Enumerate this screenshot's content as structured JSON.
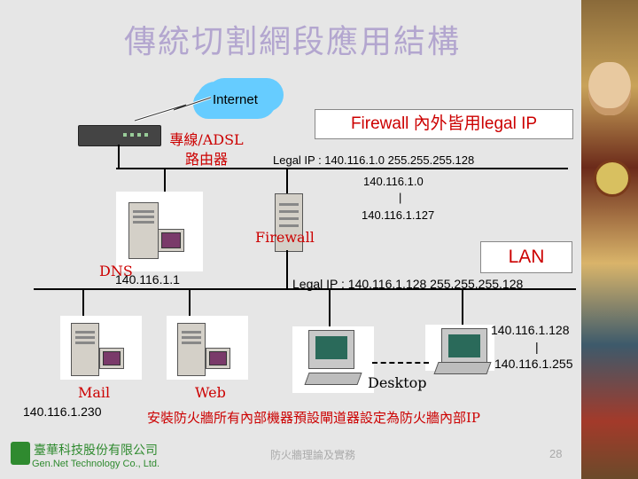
{
  "slide": {
    "title": "傳統切割網段應用結構",
    "page_number": "28"
  },
  "labels": {
    "internet": "Internet",
    "router": "專線/ADSL\n路由器",
    "router_line1": "專線/ADSL",
    "router_line2": "路由器",
    "firewall_banner": "Firewall 內外皆用legal IP",
    "legal_ip_outer": "Legal IP : 140.116.1.0  255.255.255.128",
    "outer_range_start": "140.116.1.0",
    "outer_range_sep": "|",
    "outer_range_end": "140.116.1.127",
    "firewall": "Firewall",
    "dns": "DNS",
    "dns_ip": "140.116.1.1",
    "lan_banner": "LAN",
    "legal_ip_inner": "Legal IP : 140.116.1.128  255.255.255.128",
    "inner_range_start": "140.116.1.128",
    "inner_range_sep": "|",
    "inner_range_end": "140.116.1.255",
    "mail": "Mail",
    "mail_ip": "140.116.1.230",
    "web": "Web",
    "desktop": "Desktop",
    "note": "安裝防火牆所有內部機器預設閘道器設定為防火牆內部IP"
  },
  "footer": {
    "company_cn": "臺華科技股份有限公司",
    "company_en": "Gen.Net Technology Co., Ltd.",
    "course": "防火牆理論及實務"
  },
  "colors": {
    "accent_red": "#cc0000",
    "title": "#b3a6cf",
    "brand_green": "#2f8a2f",
    "cloud": "#66ccff"
  }
}
